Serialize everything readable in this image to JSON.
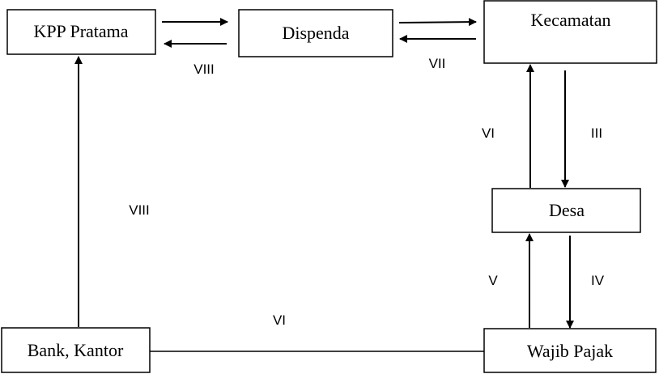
{
  "nodes": {
    "kpp_pratama": "KPP Pratama",
    "dispenda": "Dispenda",
    "kecamatan": "Kecamatan",
    "desa": "Desa",
    "bank_kantor": "Bank, Kantor",
    "wajib_pajak": "Wajib Pajak"
  },
  "edge_labels": {
    "kpp_dispenda": "VIII",
    "dispenda_kecamatan": "VII",
    "bank_kpp": "VIII",
    "bank_wajib": "VI",
    "desa_kecamatan": "VI",
    "kecamatan_desa": "III",
    "wajib_desa": "V",
    "desa_wajib": "IV"
  }
}
